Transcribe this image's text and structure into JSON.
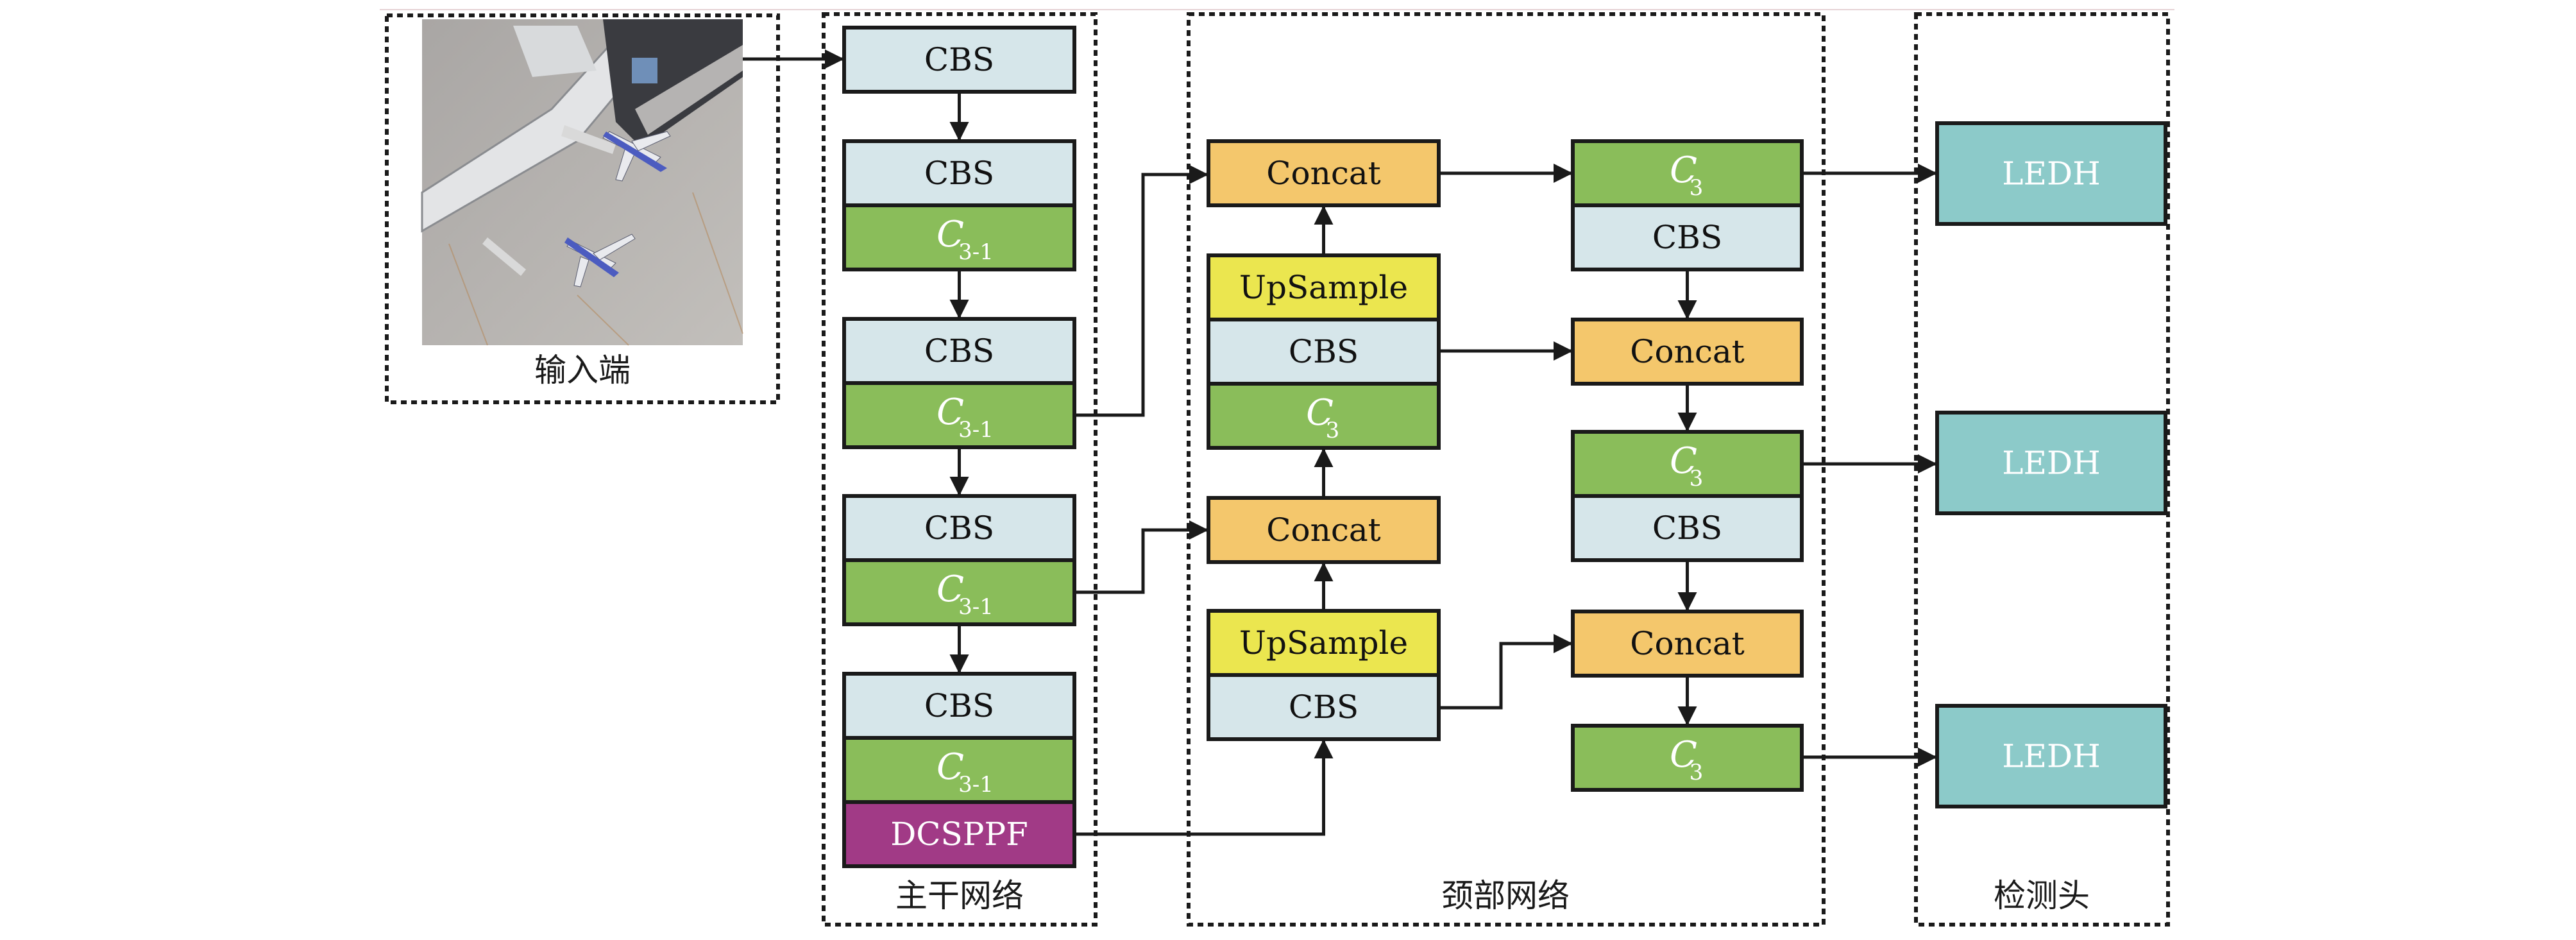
{
  "figure": {
    "type": "network-architecture-diagram",
    "colors": {
      "cbs": "#d6e6ea",
      "c3": "#8abd5a",
      "concat": "#f4c76c",
      "upsample": "#ebe64f",
      "dcsppf": "#a13a86",
      "ledh": "#8ccac9",
      "stroke": "#1a1a1a",
      "dash": "#1a1a1a"
    },
    "sections": {
      "input": {
        "label": "输入端",
        "image_alt": "airport-aerial-image"
      },
      "backbone": {
        "label": "主干网络"
      },
      "neck": {
        "label": "颈部网络"
      },
      "head": {
        "label": "检测头"
      }
    },
    "labels": {
      "cbs": "CBS",
      "c3_base": "C",
      "c3_sub": "3",
      "c31_sub": "3-1",
      "concat": "Concat",
      "upsample": "UpSample",
      "dcsppf": "DCSPPF",
      "ledh": "LEDH"
    },
    "backbone_blocks": [
      [
        "CBS"
      ],
      [
        "CBS",
        "C3-1"
      ],
      [
        "CBS",
        "C3-1"
      ],
      [
        "CBS",
        "C3-1"
      ],
      [
        "CBS",
        "C3-1",
        "DCSPPF"
      ]
    ],
    "neck_left_blocks": [
      [
        "Concat"
      ],
      [
        "UpSample",
        "CBS",
        "C3"
      ],
      [
        "Concat"
      ],
      [
        "UpSample",
        "CBS"
      ]
    ],
    "neck_right_blocks": [
      [
        "C3",
        "CBS"
      ],
      [
        "Concat"
      ],
      [
        "C3",
        "CBS"
      ],
      [
        "Concat"
      ],
      [
        "C3"
      ]
    ],
    "head_blocks": [
      "LEDH",
      "LEDH",
      "LEDH"
    ]
  }
}
